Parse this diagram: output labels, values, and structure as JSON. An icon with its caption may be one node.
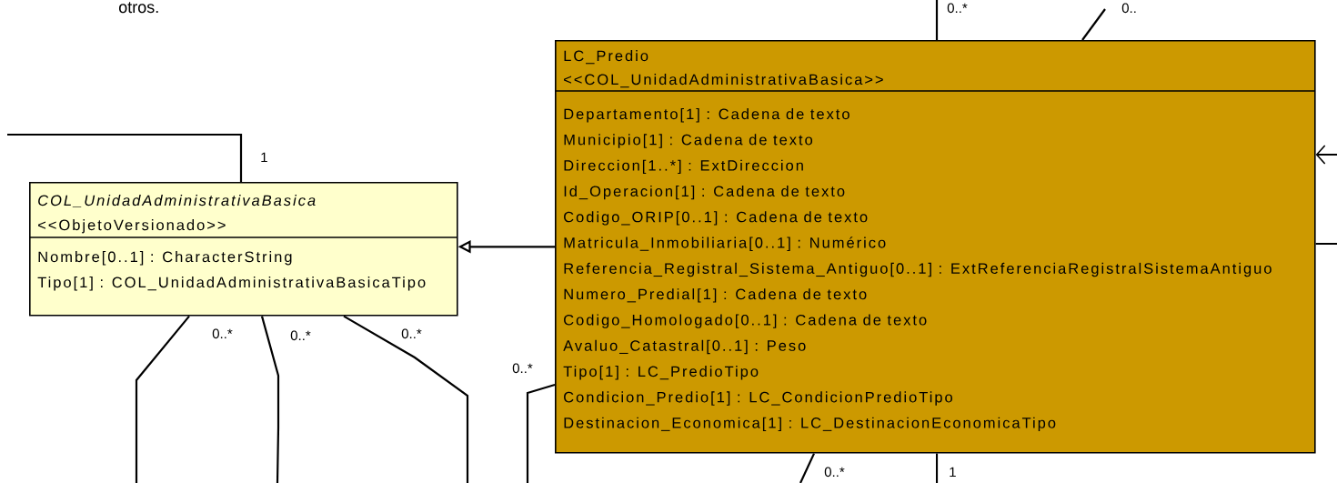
{
  "diagram": {
    "nodes": [
      {
        "text": [
          "COL_UnidadAdministrativaBasica",
          "<<ObjetoVersionado>>",
          "Nombre[0..1] : CharacterString",
          "Tipo[1] : COL_UnidadAdministrativaBasicaTipo"
        ]
      },
      {
        "text": [
          "LC_Predio",
          "<<COL_UnidadAdministrativaBasica>>",
          "Departamento[1] : Cadena de texto",
          "Municipio[1] : Cadena de texto",
          "Direccion[1..*] : ExtDireccion",
          "Id_Operacion[1] : Cadena de texto",
          "Codigo_ORIP[0..1] : Cadena de texto",
          "Matricula_Inmobiliaria[0..1] : Numérico",
          "Referencia_Registral_Sistema_Antiguo[0..1] : ExtReferenciaRegistralSistemaAntiguo",
          "Numero_Predial[1] : Cadena de texto",
          "Codigo_Homologado[0..1] : Cadena de texto",
          "Avaluo_Catastral[0..1] : Peso",
          "Tipo[1] : LC_PredioTipo",
          "Condicion_Predio[1] : LC_CondicionPredioTipo",
          "Destinacion_Economica[1] : LC_DestinacionEconomicaTipo"
        ]
      }
    ],
    "edges": [
      {
        "from": null,
        "to": 0,
        "arrow": "none",
        "label": "1"
      },
      {
        "from": 0,
        "to": null,
        "arrow": "none",
        "label": "0..*"
      },
      {
        "from": 0,
        "to": null,
        "arrow": "none",
        "label": "0..*"
      },
      {
        "from": 0,
        "to": null,
        "arrow": "none",
        "label": "0..*"
      },
      {
        "from": 1,
        "to": null,
        "arrow": "none",
        "label": "0..*"
      },
      {
        "from": 1,
        "to": null,
        "arrow": "none",
        "label": "0..*"
      },
      {
        "from": 1,
        "to": null,
        "arrow": "none",
        "label": "0.."
      },
      {
        "from": null,
        "to": 1,
        "arrow": "to"
      },
      {
        "from": 1,
        "to": null,
        "arrow": "none"
      },
      {
        "from": 1,
        "to": null,
        "arrow": "none",
        "label": "0..*"
      },
      {
        "from": 1,
        "to": null,
        "arrow": "none",
        "label": "1"
      },
      {
        "from": 1,
        "to": 0,
        "arrow": "to"
      }
    ],
    "labels": [
      "otros."
    ]
  }
}
